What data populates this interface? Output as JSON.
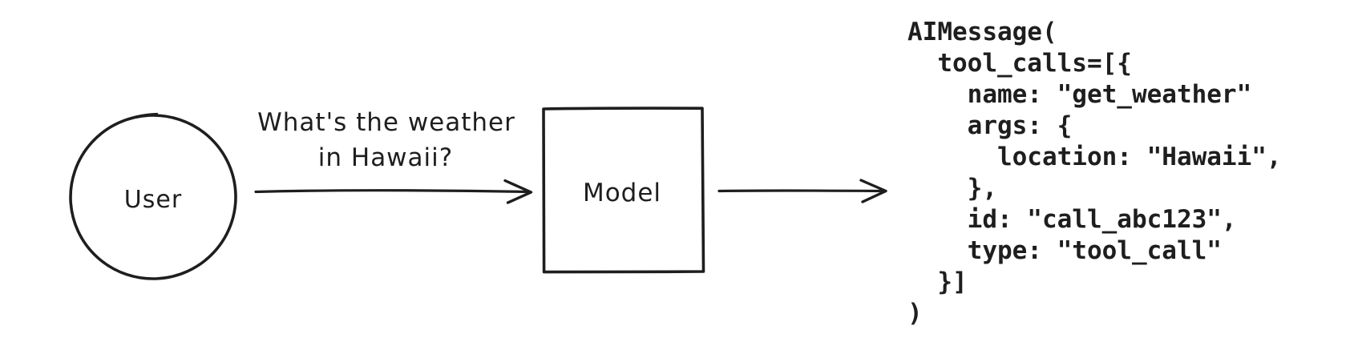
{
  "colors": {
    "ink": "#1e1e1e",
    "background": "#ffffff"
  },
  "diagram": {
    "user_node": {
      "shape": "circle",
      "label": "User"
    },
    "model_node": {
      "shape": "square",
      "label": "Model"
    },
    "user_to_model_arrow": {
      "label_line1": "What's the weather",
      "label_line2": "in Hawaii?"
    },
    "model_output_arrow": {
      "label": ""
    }
  },
  "output": {
    "code": "AIMessage(\n  tool_calls=[{\n    name: \"get_weather\"\n    args: {\n      location: \"Hawaii\",\n    },\n    id: \"call_abc123\",\n    type: \"tool_call\"\n  }]\n)"
  }
}
